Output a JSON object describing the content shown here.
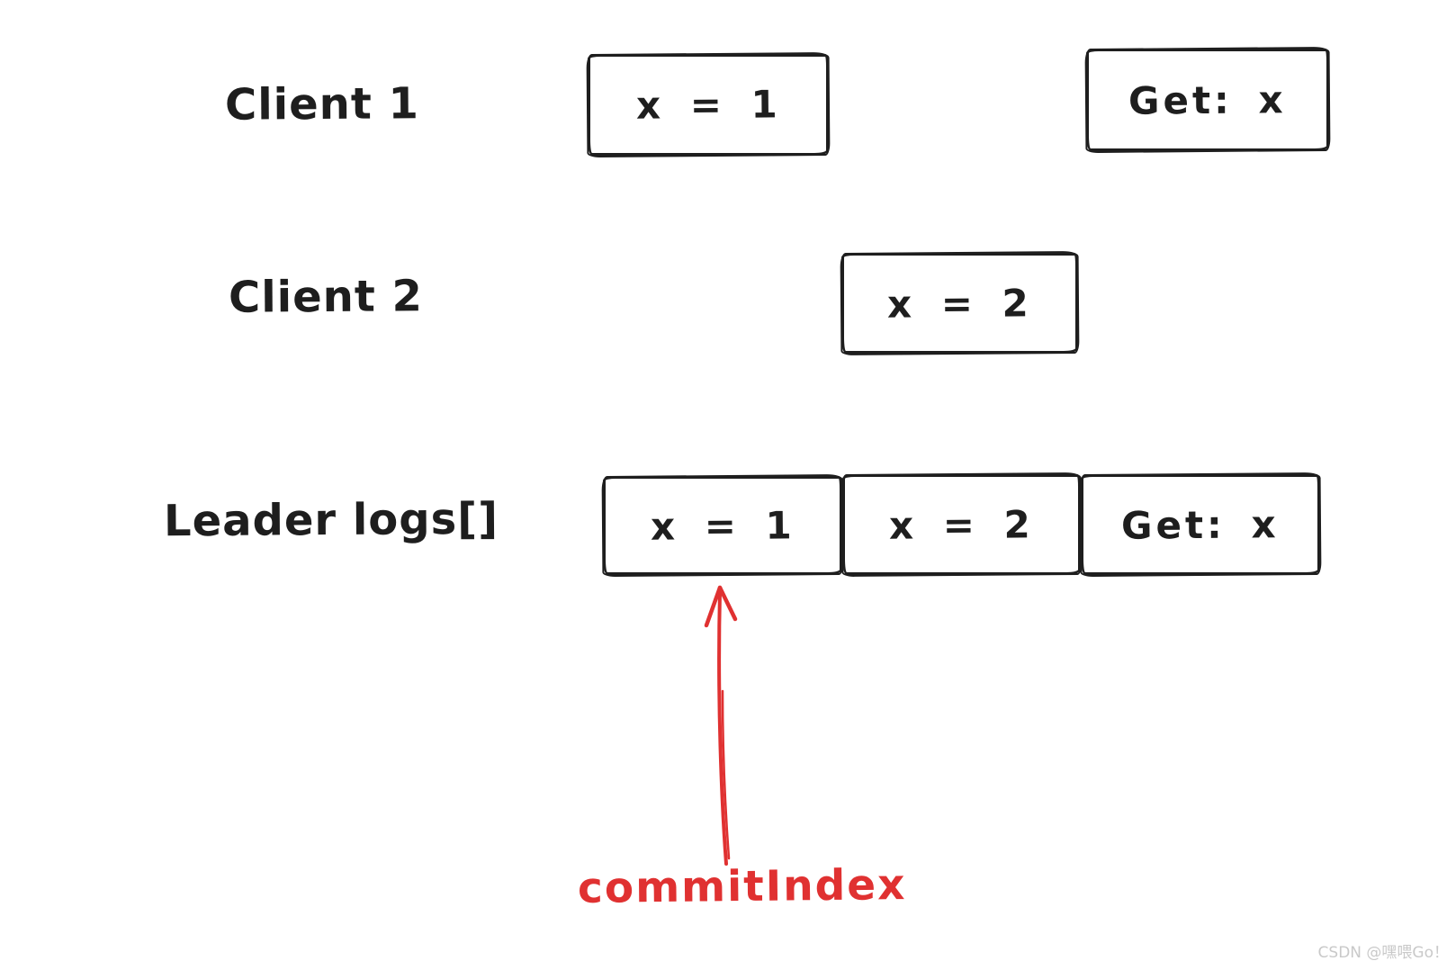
{
  "colors": {
    "ink": "#1e1e1e",
    "accent_red": "#e03131",
    "watermark_gray": "#c9c9c9",
    "background": "#ffffff"
  },
  "rows": [
    {
      "label": "Client 1",
      "boxes": [
        {
          "text": "x = 1"
        },
        {
          "text": "Get: x"
        }
      ]
    },
    {
      "label": "Client 2",
      "boxes": [
        {
          "text": "x = 2"
        }
      ]
    },
    {
      "label": "Leader logs[]",
      "boxes": [
        {
          "text": "x = 1"
        },
        {
          "text": "x = 2"
        },
        {
          "text": "Get: x"
        }
      ]
    }
  ],
  "annotation": {
    "label": "commitIndex"
  },
  "watermark": {
    "text": "CSDN @嘿喂Go！"
  }
}
